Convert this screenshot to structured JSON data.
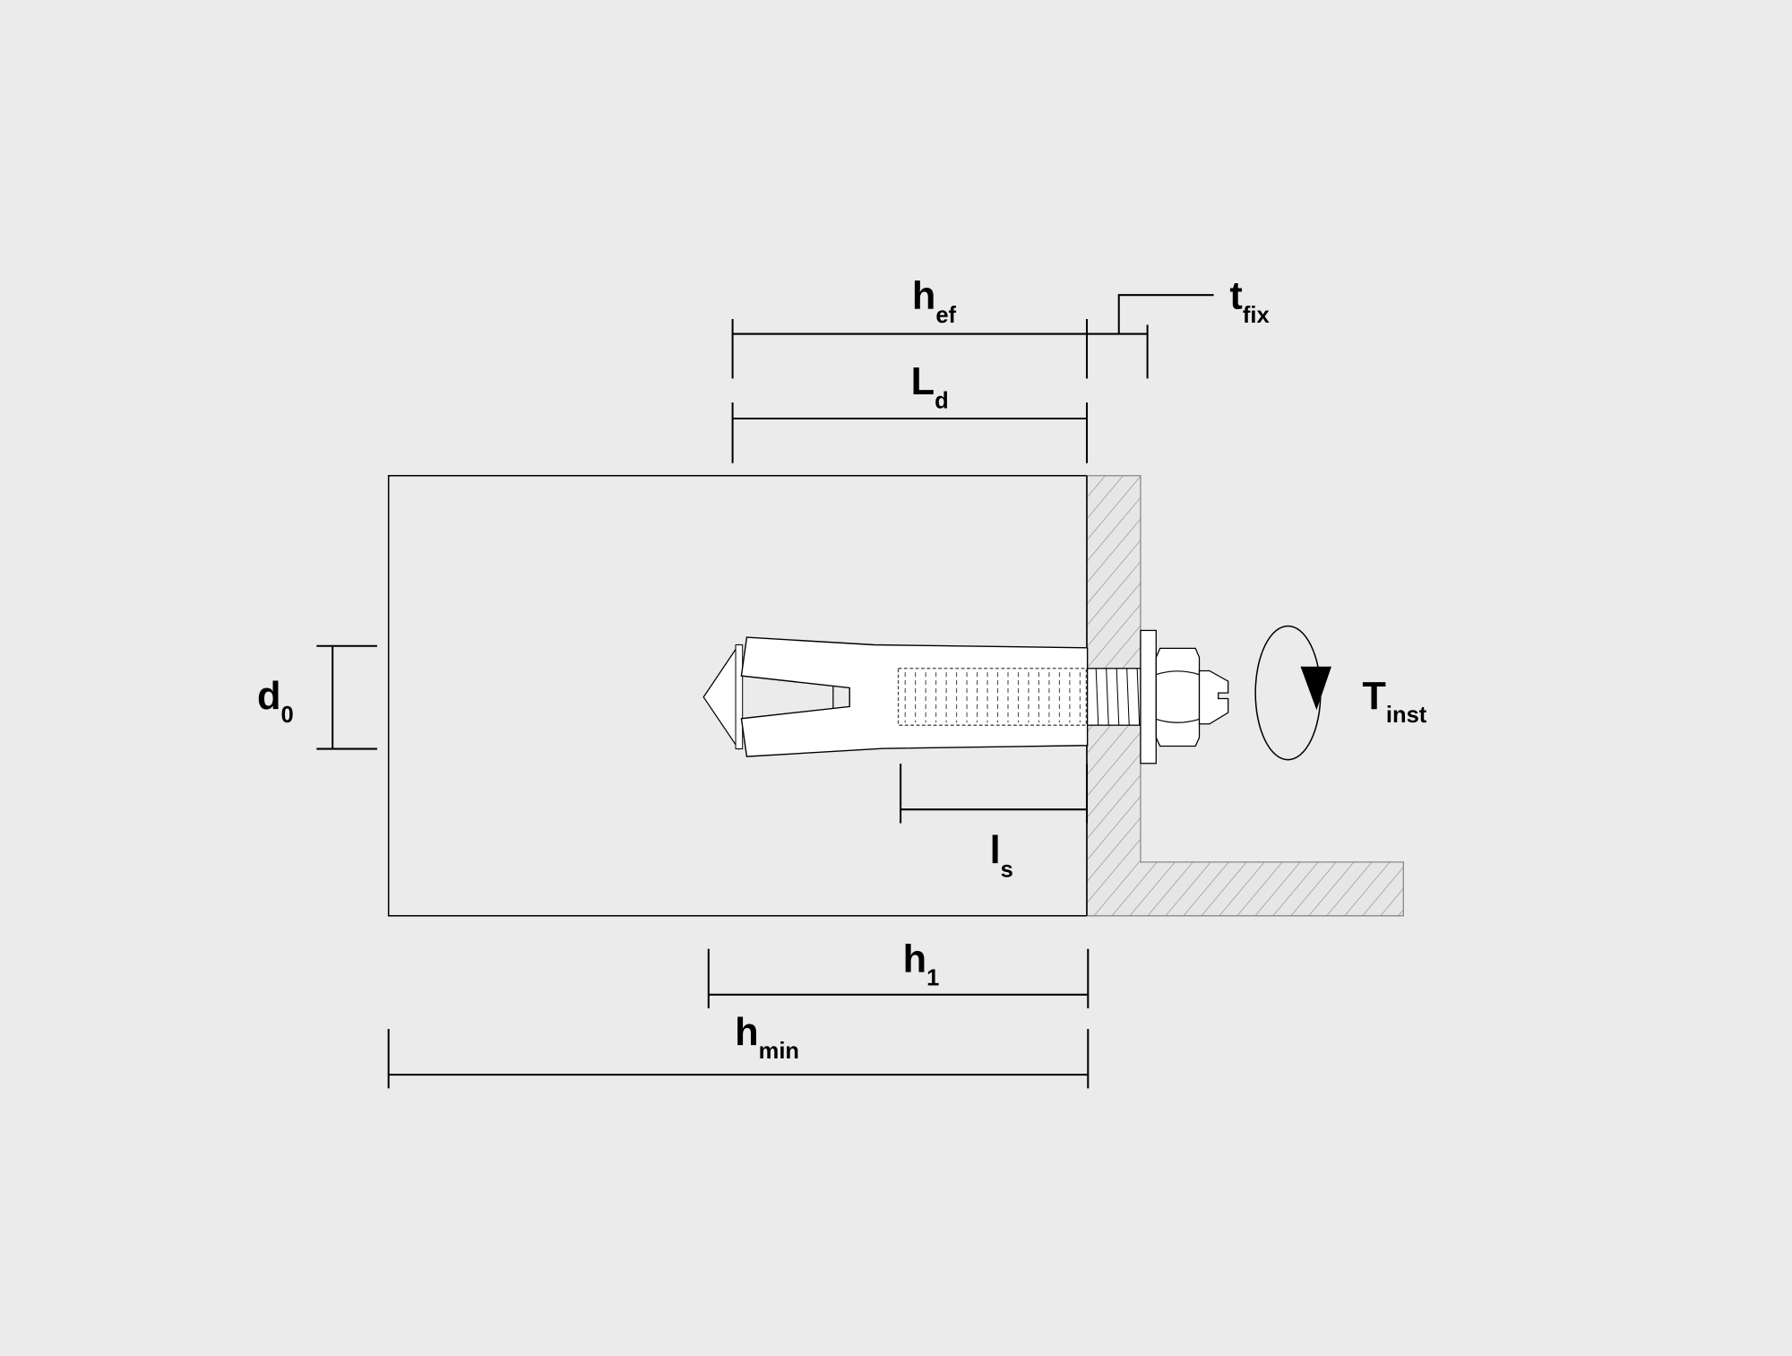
{
  "diagram": {
    "title": "Expansion anchor installation parameters",
    "colors": {
      "background": "#ebebeb",
      "line": "#000000",
      "part_fill": "#ffffff"
    },
    "labels": {
      "h_ef": {
        "main": "h",
        "sub": "ef"
      },
      "t_fix": {
        "main": "t",
        "sub": "fix"
      },
      "L_d": {
        "main": "L",
        "sub": "d"
      },
      "d_0": {
        "main": "d",
        "sub": "0"
      },
      "T_inst": {
        "main": "T",
        "sub": "inst"
      },
      "l_s": {
        "main": "l",
        "sub": "s"
      },
      "h_1": {
        "main": "h",
        "sub": "1"
      },
      "h_min": {
        "main": "h",
        "sub": "min"
      }
    }
  }
}
